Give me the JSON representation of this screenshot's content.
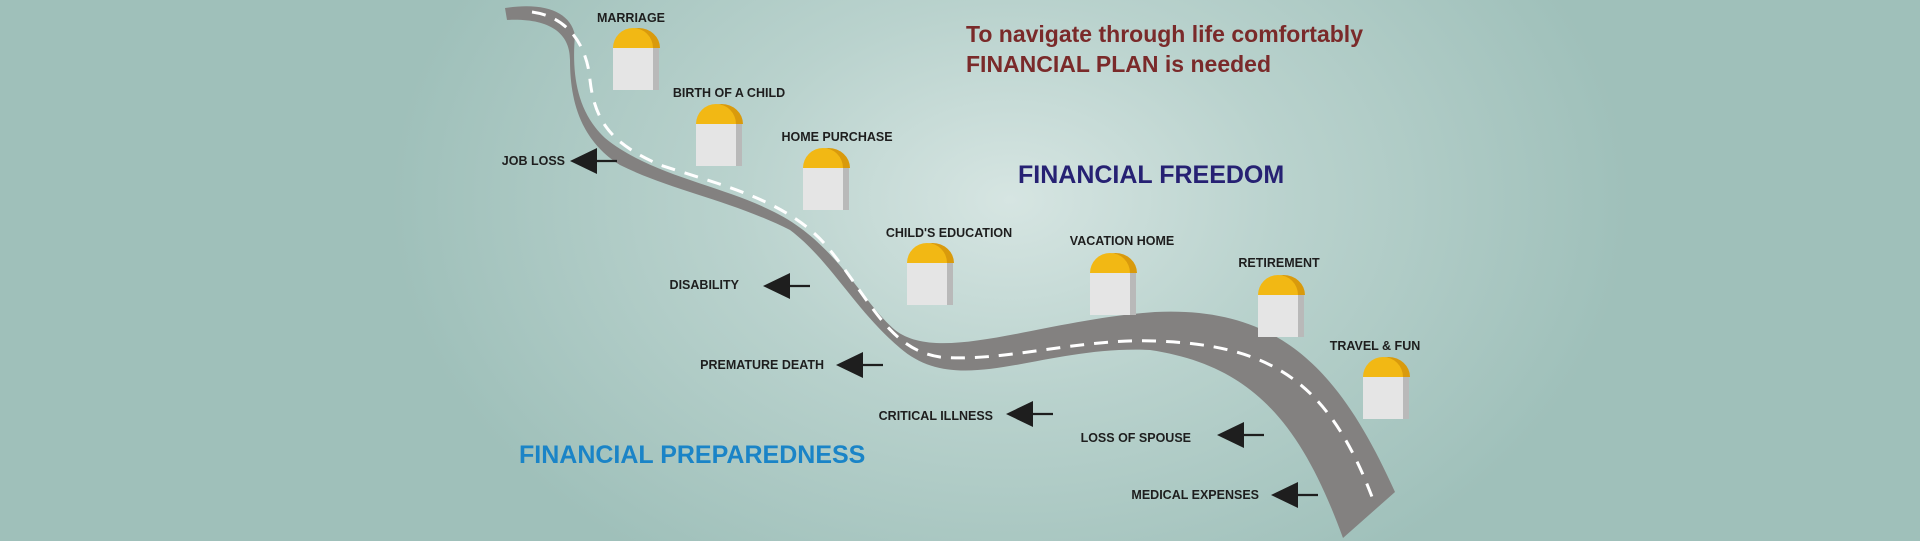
{
  "headline": {
    "line1": "To navigate through life comfortably",
    "line2": "FINANCIAL PLAN is needed",
    "color": "#7a2a2a"
  },
  "financial_freedom": {
    "label": "FINANCIAL FREEDOM",
    "color": "#262173"
  },
  "financial_preparedness": {
    "label": "FINANCIAL PREPAREDNESS",
    "color": "#1a84c7"
  },
  "milestones": [
    {
      "label": "MARRIAGE"
    },
    {
      "label": "BIRTH OF A CHILD"
    },
    {
      "label": "HOME PURCHASE"
    },
    {
      "label": "CHILD'S EDUCATION"
    },
    {
      "label": "VACATION HOME"
    },
    {
      "label": "RETIREMENT"
    },
    {
      "label": "TRAVEL & FUN"
    }
  ],
  "risks": [
    {
      "label": "JOB LOSS"
    },
    {
      "label": "DISABILITY"
    },
    {
      "label": "PREMATURE DEATH"
    },
    {
      "label": "CRITICAL ILLNESS"
    },
    {
      "label": "LOSS OF SPOUSE"
    },
    {
      "label": "MEDICAL EXPENSES"
    }
  ],
  "colors": {
    "road": "#838180",
    "road_line": "#ffffff",
    "stone_cap": "#f2b814",
    "stone_cap_shadow": "#d99a0c",
    "stone_body": "#e5e5e5",
    "stone_side": "#b9b9b9",
    "arrow": "#1e1e1e"
  }
}
